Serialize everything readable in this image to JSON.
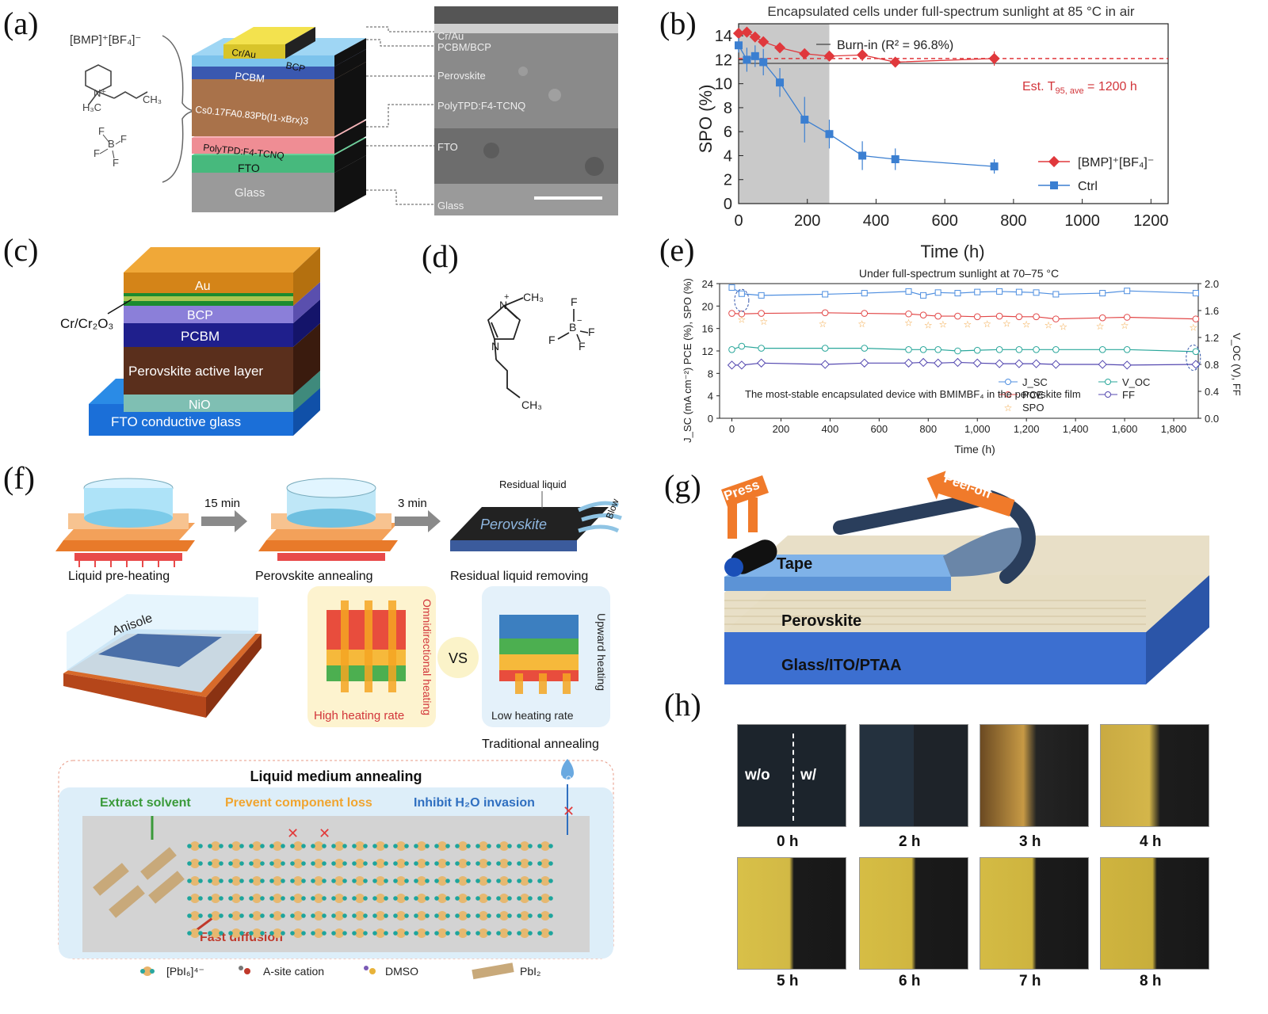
{
  "figure_labels": {
    "a": "(a)",
    "b": "(b)",
    "c": "(c)",
    "d": "(d)",
    "e": "(e)",
    "f": "(f)",
    "g": "(g)",
    "h": "(h)"
  },
  "panel_a": {
    "salt_label": "[BMP]⁺[BF₄]⁻",
    "stack_layers": [
      "Cr/Au",
      "BCP",
      "PCBM",
      "Cs0.17FA0.83Pb(I1-xBrx)3",
      "PolyTPD:F4-TCNQ",
      "FTO",
      "Glass"
    ],
    "sem_labels": [
      "Cr/Au",
      "PCBM/BCP",
      "Perovskite",
      "PolyTPD:F4-TCNQ",
      "FTO",
      "Glass"
    ]
  },
  "panel_c": {
    "layers": [
      "Au",
      "BCP",
      "PCBM",
      "Perovskite active layer",
      "NiO",
      "FTO conductive glass"
    ],
    "callout": "Cr/Cr₂O₃"
  },
  "panel_f": {
    "steps": [
      "Liquid pre-heating",
      "Perovskite annealing",
      "Residual liquid removing"
    ],
    "arrow_times": [
      "15 min",
      "3 min"
    ],
    "residual_liquid": "Residual liquid",
    "blow": "Blow",
    "perovskite_word": "Perovskite",
    "anisole": "Anisole",
    "omni_heating": "Omnidirectional heating",
    "upward_heating": "Upward heating",
    "high_rate": "High heating rate",
    "low_rate": "Low heating rate",
    "vs": "VS",
    "traditional": "Traditional annealing",
    "box_title": "Liquid medium annealing",
    "extract": "Extract solvent",
    "prevent": "Prevent component loss",
    "inhibit": "Inhibit H₂O invasion",
    "fast_diffusion": "Fast diffusion",
    "h2o": "H₂O",
    "legend": [
      "[PbI₆]⁴⁻",
      "A-site cation",
      "DMSO",
      "PbI₂"
    ]
  },
  "panel_g": {
    "press": "Press",
    "peel": "Peel-off",
    "tape": "Tape",
    "perovskite": "Perovskite",
    "substrate": "Glass/ITO/PTAA"
  },
  "panel_h": {
    "wo": "w/o",
    "w": "w/",
    "times": [
      "0 h",
      "2 h",
      "3 h",
      "4 h",
      "5 h",
      "6 h",
      "7 h",
      "8 h"
    ]
  },
  "colors": {
    "bmp": "#e0383c",
    "ctrl": "#3b7fd1",
    "jsc": "#4f8fe0",
    "pce": "#e24848",
    "spo": "#f2a23a",
    "voc": "#2aa79b",
    "ff": "#5448b0"
  },
  "chart_data": [
    {
      "type": "scatter",
      "title": "Encapsulated cells under full-spectrum sunlight at 85 °C in air",
      "xlabel": "Time (h)",
      "ylabel": "SPO (%)",
      "xlim": [
        0,
        1250
      ],
      "ylim": [
        0,
        15
      ],
      "xticks": [
        "0",
        "200",
        "400",
        "600",
        "800",
        "1000",
        "1200"
      ],
      "yticks": [
        "0",
        "2",
        "4",
        "6",
        "8",
        "10",
        "12",
        "14"
      ],
      "shaded_region_x": [
        0,
        264
      ],
      "legend_position": "lower-right",
      "annotations": [
        "Burn-in (R² = 96.8%)",
        "Est. T95, ave = 1200 h"
      ],
      "series": [
        {
          "name": "[BMP]⁺[BF₄]⁻",
          "x": [
            0,
            24,
            48,
            72,
            120,
            192,
            264,
            360,
            456,
            744
          ],
          "y": [
            14.2,
            14.3,
            13.9,
            13.5,
            13.0,
            12.5,
            12.3,
            12.4,
            11.8,
            12.1
          ],
          "err": [
            0.4,
            0.4,
            0.4,
            0.4,
            0.4,
            0.3,
            0.4,
            0.5,
            0.4,
            0.6
          ]
        },
        {
          "name": "Ctrl",
          "x": [
            0,
            24,
            48,
            72,
            120,
            192,
            264,
            360,
            456,
            744
          ],
          "y": [
            13.2,
            12.0,
            12.3,
            11.8,
            10.1,
            7.0,
            5.8,
            4.0,
            3.7,
            3.1
          ],
          "err": [
            0.6,
            1.0,
            0.9,
            1.1,
            1.2,
            1.9,
            1.2,
            1.2,
            0.9,
            0.6
          ]
        }
      ]
    },
    {
      "type": "line",
      "title": "Under full-spectrum sunlight at 70–75 °C",
      "xlabel": "Time (h)",
      "ylabel_left": "J_SC (mA cm⁻²) PCE (%), SPO (%)",
      "ylabel_right": "V_OC (V), FF",
      "xlim": [
        -50,
        1900
      ],
      "ylim_left": [
        0,
        24
      ],
      "ylim_right": [
        0,
        2.0
      ],
      "xticks": [
        "0",
        "200",
        "400",
        "600",
        "800",
        "1,000",
        "1,200",
        "1,400",
        "1,600",
        "1,800"
      ],
      "yticks_left": [
        "0",
        "4",
        "8",
        "12",
        "16",
        "20",
        "24"
      ],
      "yticks_right": [
        "0.0",
        "0.4",
        "0.8",
        "1.2",
        "1.6",
        "2.0"
      ],
      "annotation": "The most-stable encapsulated device with BMIMBF₄ in the perovskite film",
      "legend_position": "lower-right",
      "series": [
        {
          "name": "J_SC",
          "axis": "left",
          "x": [
            0,
            40,
            120,
            380,
            540,
            720,
            780,
            840,
            920,
            1000,
            1090,
            1170,
            1240,
            1320,
            1510,
            1610,
            1890
          ],
          "y": [
            23.3,
            22.2,
            21.9,
            22.1,
            22.3,
            22.6,
            21.9,
            22.4,
            22.3,
            22.5,
            22.6,
            22.5,
            22.4,
            22.1,
            22.3,
            22.7,
            22.3
          ]
        },
        {
          "name": "PCE",
          "axis": "left",
          "x": [
            0,
            40,
            120,
            380,
            540,
            720,
            780,
            840,
            920,
            1000,
            1090,
            1170,
            1240,
            1320,
            1510,
            1610,
            1890
          ],
          "y": [
            18.7,
            18.6,
            18.7,
            18.8,
            18.7,
            18.6,
            18.4,
            18.2,
            18.2,
            18.1,
            18.2,
            18.1,
            18.1,
            17.7,
            17.9,
            18.0,
            17.7
          ]
        },
        {
          "name": "SPO",
          "axis": "left",
          "x": [
            40,
            130,
            370,
            530,
            720,
            800,
            860,
            960,
            1040,
            1120,
            1200,
            1290,
            1350,
            1500,
            1600,
            1880
          ],
          "y": [
            17.6,
            17.2,
            16.8,
            16.8,
            17.0,
            16.6,
            16.7,
            16.7,
            16.8,
            16.9,
            16.7,
            16.6,
            16.3,
            16.4,
            16.5,
            16.2
          ]
        },
        {
          "name": "V_OC",
          "axis": "right",
          "x": [
            0,
            40,
            120,
            380,
            540,
            720,
            780,
            840,
            920,
            1000,
            1090,
            1170,
            1240,
            1320,
            1510,
            1610,
            1890
          ],
          "y": [
            1.02,
            1.07,
            1.04,
            1.04,
            1.04,
            1.02,
            1.02,
            1.02,
            1.0,
            1.01,
            1.02,
            1.02,
            1.02,
            1.02,
            1.02,
            1.02,
            0.99
          ]
        },
        {
          "name": "FF",
          "axis": "right",
          "x": [
            0,
            40,
            120,
            380,
            540,
            720,
            780,
            840,
            920,
            1000,
            1090,
            1170,
            1240,
            1320,
            1510,
            1610,
            1890
          ],
          "y": [
            0.79,
            0.79,
            0.82,
            0.8,
            0.82,
            0.82,
            0.83,
            0.82,
            0.83,
            0.82,
            0.81,
            0.81,
            0.81,
            0.8,
            0.8,
            0.79,
            0.8
          ]
        }
      ]
    }
  ]
}
